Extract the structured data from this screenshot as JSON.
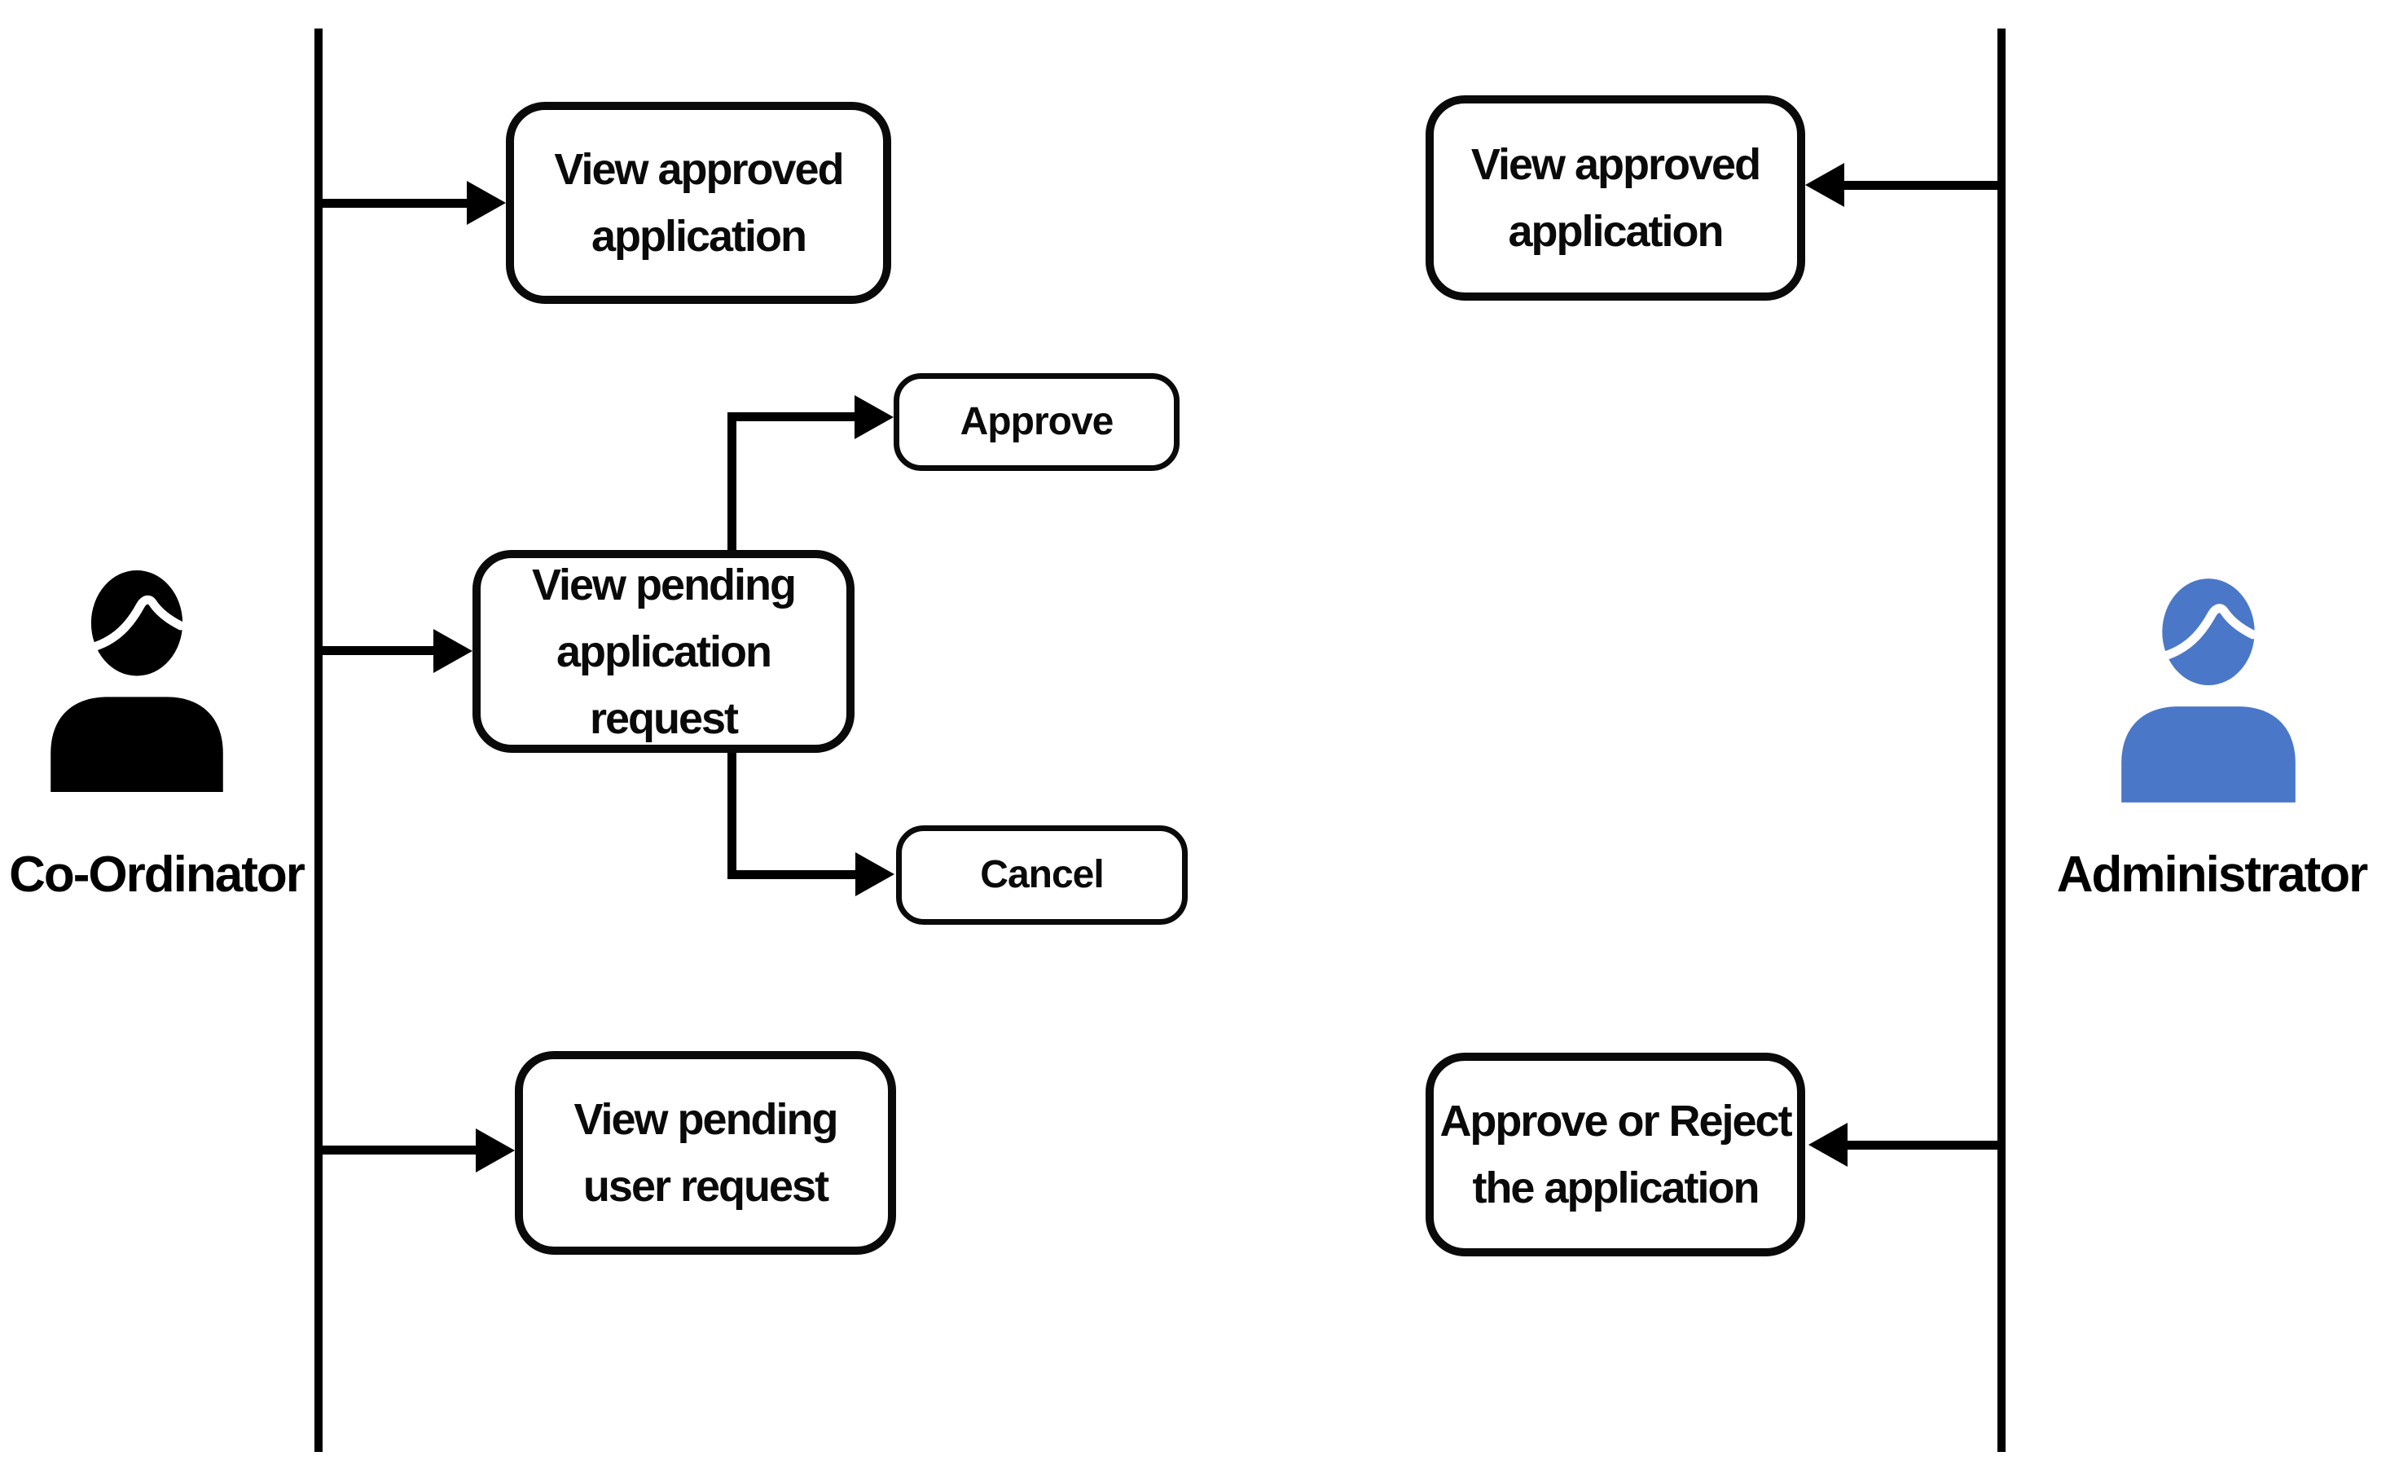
{
  "diagram": {
    "type": "use-case-flow",
    "background": "#ffffff",
    "line_color": "#000000",
    "actors": {
      "coordinator": {
        "label": "Co-Ordinator",
        "color": "#000000",
        "side": "left"
      },
      "administrator": {
        "label": "Administrator",
        "color": "#4a77c8",
        "side": "right"
      }
    },
    "nodes": {
      "co_view_approved": {
        "label": "View approved\napplication"
      },
      "co_view_pending_app": {
        "label": "View pending\napplication\nrequest"
      },
      "approve": {
        "label": "Approve"
      },
      "cancel": {
        "label": "Cancel"
      },
      "co_view_pending_user": {
        "label": "View pending\nuser request"
      },
      "admin_view_approved": {
        "label": "View approved\napplication"
      },
      "admin_approve_reject": {
        "label": "Approve or Reject\nthe application"
      }
    },
    "edges": [
      {
        "from": "coordinator-lifeline",
        "to": "co_view_approved",
        "direction": "right"
      },
      {
        "from": "coordinator-lifeline",
        "to": "co_view_pending_app",
        "direction": "right"
      },
      {
        "from": "coordinator-lifeline",
        "to": "co_view_pending_user",
        "direction": "right"
      },
      {
        "from": "co_view_pending_app",
        "to": "approve",
        "direction": "elbow-up-right"
      },
      {
        "from": "co_view_pending_app",
        "to": "cancel",
        "direction": "elbow-down-right"
      },
      {
        "from": "administrator-lifeline",
        "to": "admin_view_approved",
        "direction": "left"
      },
      {
        "from": "administrator-lifeline",
        "to": "admin_approve_reject",
        "direction": "left"
      }
    ]
  }
}
